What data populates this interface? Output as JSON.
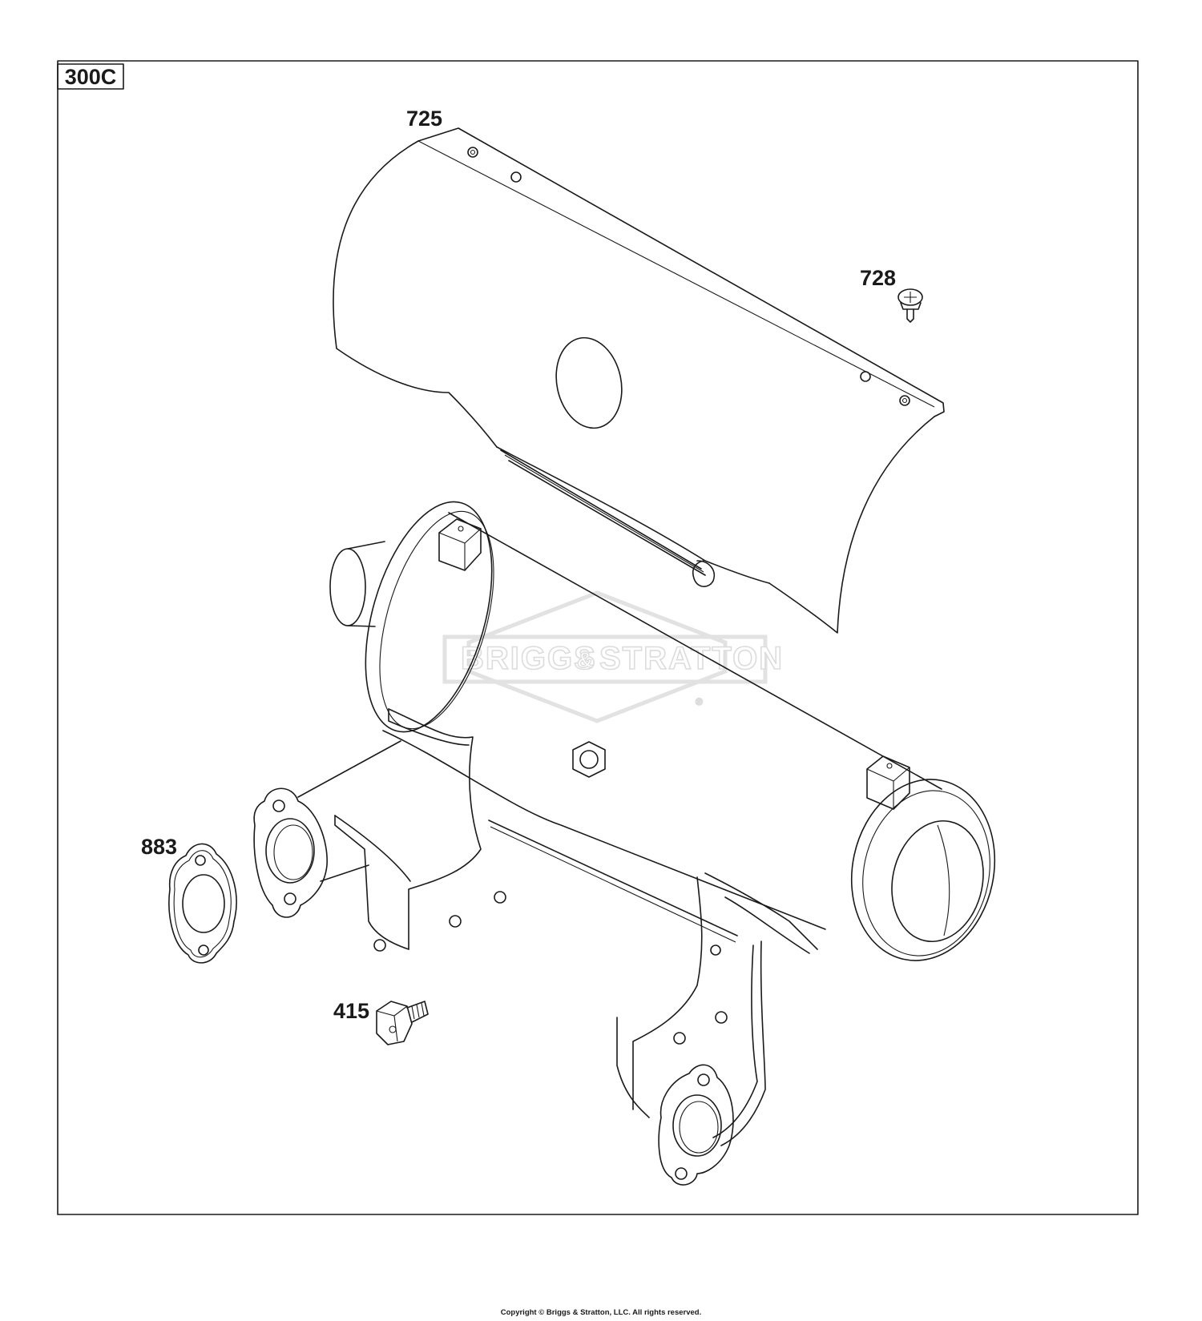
{
  "section_id": "300C",
  "parts": [
    {
      "number": "725",
      "name": "heat-shield"
    },
    {
      "number": "728",
      "name": "screw"
    },
    {
      "number": "883",
      "name": "gasket"
    },
    {
      "number": "415",
      "name": "bolt"
    }
  ],
  "watermark": {
    "brand_text": "BRIGGS",
    "amp": "&",
    "brand_text_2": "STRATTON",
    "registered": "®"
  },
  "copyright": "Copyright © Briggs & Stratton, LLC. All rights reserved.",
  "colors": {
    "line": "#1a1a1a",
    "watermark": "#dcdcdc",
    "background": "#ffffff"
  }
}
